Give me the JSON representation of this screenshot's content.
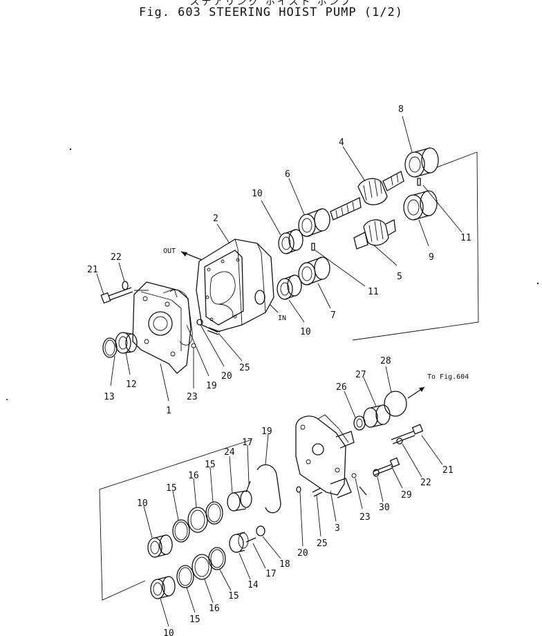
{
  "header": {
    "japanese_title": "ステアリング ホイスト ポンプ",
    "figure_title": "Fig. 603 STEERING HOIST PUMP (1/2)"
  },
  "labels": {
    "out": "OUT",
    "in": "IN",
    "to_fig": "To Fig.604"
  },
  "callouts": [
    {
      "id": "u1",
      "text": "1"
    },
    {
      "id": "u2",
      "text": "2"
    },
    {
      "id": "u4",
      "text": "4"
    },
    {
      "id": "u5",
      "text": "5"
    },
    {
      "id": "u6",
      "text": "6"
    },
    {
      "id": "u7",
      "text": "7"
    },
    {
      "id": "u8",
      "text": "8"
    },
    {
      "id": "u9",
      "text": "9"
    },
    {
      "id": "u10a",
      "text": "10"
    },
    {
      "id": "u10b",
      "text": "10"
    },
    {
      "id": "u11a",
      "text": "11"
    },
    {
      "id": "u11b",
      "text": "11"
    },
    {
      "id": "u12",
      "text": "12"
    },
    {
      "id": "u13",
      "text": "13"
    },
    {
      "id": "u19",
      "text": "19"
    },
    {
      "id": "u20",
      "text": "20"
    },
    {
      "id": "u21",
      "text": "21"
    },
    {
      "id": "u22",
      "text": "22"
    },
    {
      "id": "u23",
      "text": "23"
    },
    {
      "id": "u25",
      "text": "25"
    },
    {
      "id": "l3",
      "text": "3"
    },
    {
      "id": "l10a",
      "text": "10"
    },
    {
      "id": "l10b",
      "text": "10"
    },
    {
      "id": "l14",
      "text": "14"
    },
    {
      "id": "l15a",
      "text": "15"
    },
    {
      "id": "l15b",
      "text": "15"
    },
    {
      "id": "l15c",
      "text": "15"
    },
    {
      "id": "l15d",
      "text": "15"
    },
    {
      "id": "l16a",
      "text": "16"
    },
    {
      "id": "l16b",
      "text": "16"
    },
    {
      "id": "l17a",
      "text": "17"
    },
    {
      "id": "l17b",
      "text": "17"
    },
    {
      "id": "l18",
      "text": "18"
    },
    {
      "id": "l19",
      "text": "19"
    },
    {
      "id": "l20",
      "text": "20"
    },
    {
      "id": "l21",
      "text": "21"
    },
    {
      "id": "l22",
      "text": "22"
    },
    {
      "id": "l23",
      "text": "23"
    },
    {
      "id": "l24",
      "text": "24"
    },
    {
      "id": "l25",
      "text": "25"
    },
    {
      "id": "l26",
      "text": "26"
    },
    {
      "id": "l27",
      "text": "27"
    },
    {
      "id": "l28",
      "text": "28"
    },
    {
      "id": "l29",
      "text": "29"
    },
    {
      "id": "l30",
      "text": "30"
    }
  ]
}
